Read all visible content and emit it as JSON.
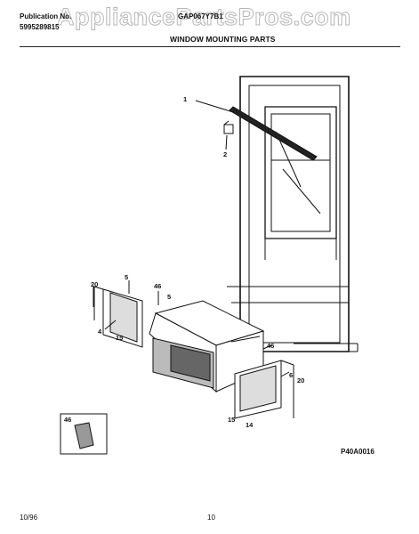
{
  "header": {
    "publication_label": "Publication No.",
    "publication_number": "5995289815",
    "model": "GAP067Y7B1",
    "section_title": "WINDOW MOUNTING PARTS",
    "watermark": "AppliancePartsPros.com"
  },
  "callouts": [
    "1",
    "2",
    "5",
    "46",
    "5",
    "20",
    "4",
    "15",
    "46",
    "6",
    "20",
    "15",
    "14",
    "46"
  ],
  "figure_code": "P40A0016",
  "footer": {
    "date": "10/96",
    "page": "10"
  }
}
